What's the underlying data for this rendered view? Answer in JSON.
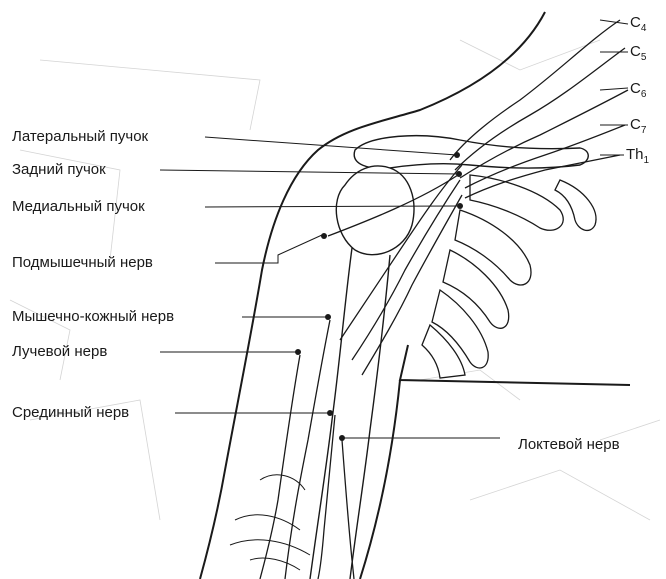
{
  "labels": {
    "lateral_cord": "Латеральный пучок",
    "posterior_cord": "Задний пучок",
    "medial_cord": "Медиальный пучок",
    "axillary_nerve": "Подмышечный нерв",
    "musculocutaneous_nerve": "Мышечно-кожный нерв",
    "radial_nerve": "Лучевой нерв",
    "median_nerve": "Срединный нерв",
    "ulnar_nerve": "Локтевой нерв"
  },
  "roots": [
    {
      "letter": "C",
      "num": "4"
    },
    {
      "letter": "C",
      "num": "5"
    },
    {
      "letter": "C",
      "num": "6"
    },
    {
      "letter": "C",
      "num": "7"
    },
    {
      "letter": "Th",
      "num": "1"
    }
  ],
  "colors": {
    "ink": "#1a1a1a",
    "faint": "#bdbdbd",
    "paper": "#ffffff"
  }
}
